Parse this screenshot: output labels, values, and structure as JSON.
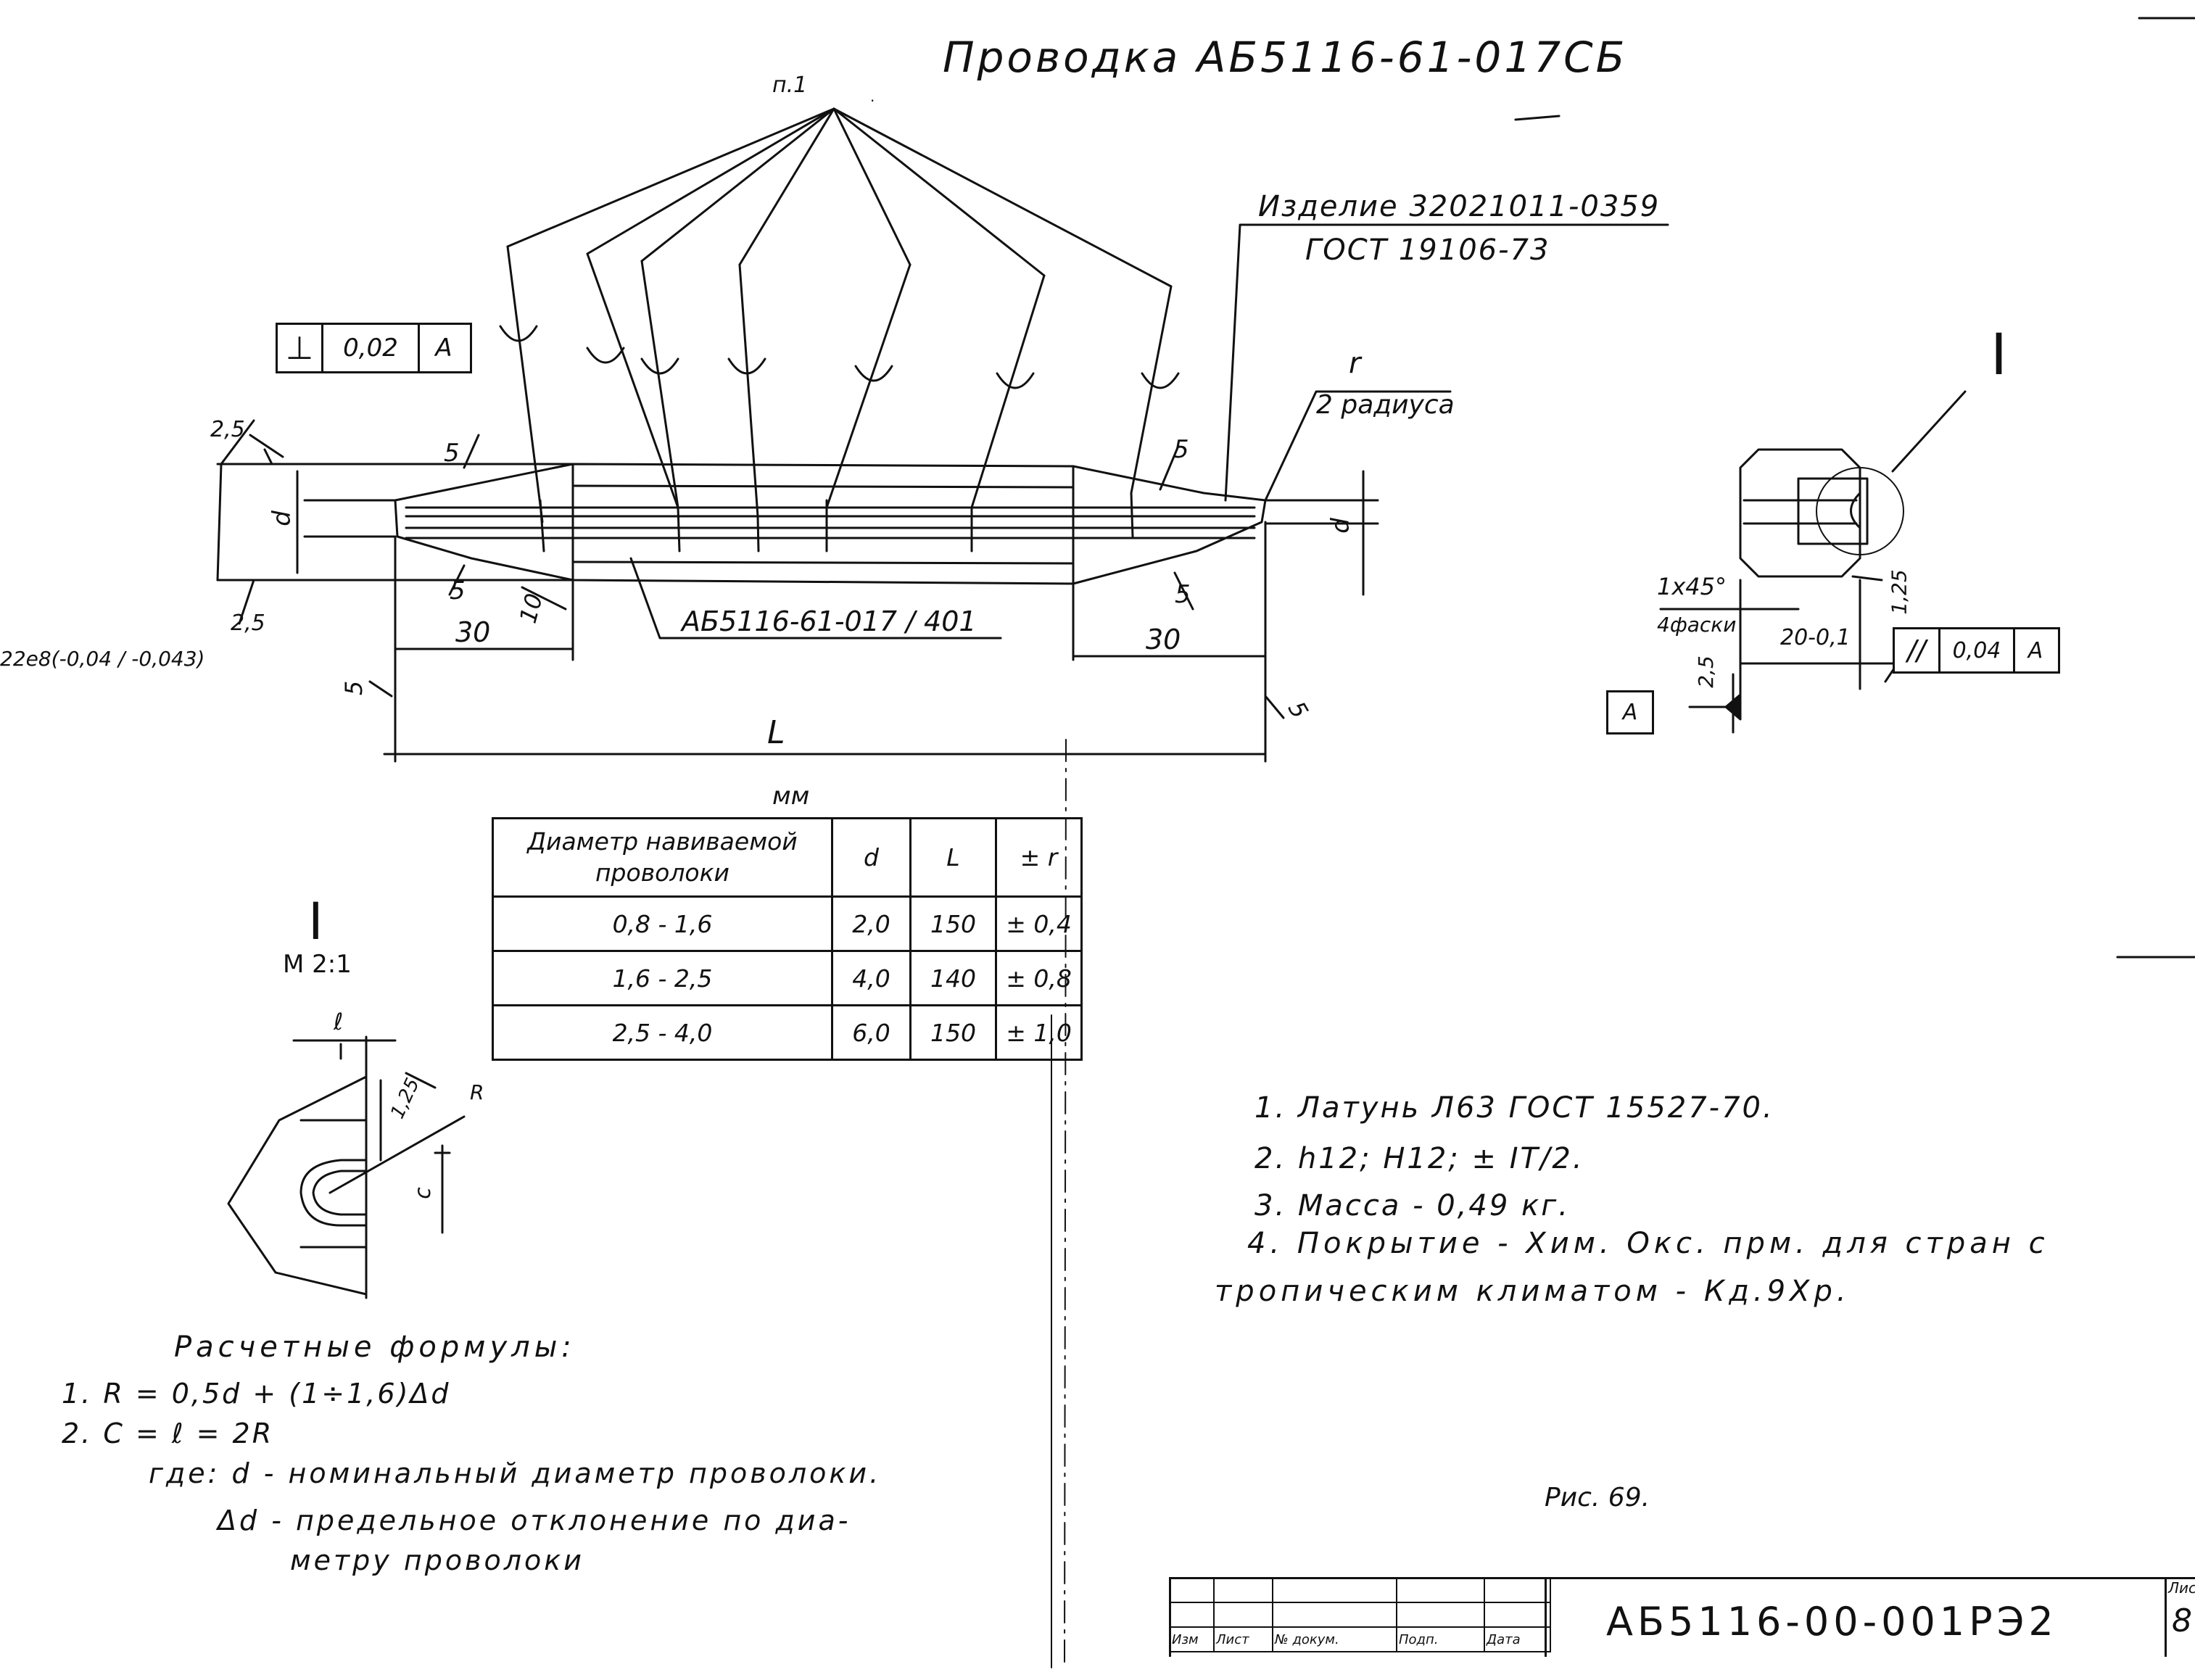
{
  "title": "Проводка АБ5116-61-017СБ",
  "labels": {
    "pos1": "п.1",
    "product_line1": "Изделие 32021011-0359",
    "product_line2": "ГОСТ 19106-73",
    "r_symbol": "r",
    "two_radii": "2 радиуса",
    "part_number": "АБ5116-61-017 / 401",
    "d_symbol": "d",
    "dim_5": "5",
    "dim_10": "10",
    "dim_30": "30",
    "dim_2_5": "2,5",
    "dim_L": "L",
    "tolerance_dia": "22е8(-0,04 / -0,043)",
    "section_mark": "I",
    "chamfer": "1x45°",
    "chamfer_count": "4фаски",
    "dim_1_25": "1,25",
    "dim_20": "20-0,1",
    "datum": "A",
    "mm": "мм",
    "scale": "М 2:1",
    "detail_R": "R",
    "detail_l": "ℓ",
    "detail_c": "с",
    "figure": "Рис. 69."
  },
  "frames": {
    "perpendicularity": {
      "symbol": "⊥",
      "tolerance": "0,02",
      "datum": "A"
    },
    "parallelism": {
      "symbol": "//",
      "tolerance": "0,04",
      "datum": "A"
    }
  },
  "table": {
    "headers": [
      "Диаметр навиваемой проволоки",
      "d",
      "L",
      "± r"
    ],
    "rows": [
      [
        "0,8 - 1,6",
        "2,0",
        "150",
        "± 0,4"
      ],
      [
        "1,6 - 2,5",
        "4,0",
        "140",
        "± 0,8"
      ],
      [
        "2,5 - 4,0",
        "6,0",
        "150",
        "± 1,0"
      ]
    ]
  },
  "notes": [
    "1. Латунь Л63 ГОСТ 15527-70.",
    "2. h12; H12; ± IT/2.",
    "3. Масса - 0,49 кг.",
    "4. Покрытие - Хим. Окс. прм. для стран с",
    "тропическим климатом - Кд.9Хр."
  ],
  "formulas": {
    "heading": "Расчетные формулы:",
    "lines": [
      "1. R = 0,5d + (1÷1,6)Δd",
      "2. C = ℓ = 2R",
      "где: d - номинальный диаметр проволоки.",
      "Δd - предельное отклонение по диа-",
      "метру проволоки"
    ]
  },
  "stamp": {
    "doc_number": "АБ5116-00-001РЭ2",
    "cols": [
      "Изм",
      "Лист",
      "№ докум.",
      "Подп.",
      "Дата"
    ],
    "sheet_label": "Лист",
    "sheet_number": "8"
  }
}
